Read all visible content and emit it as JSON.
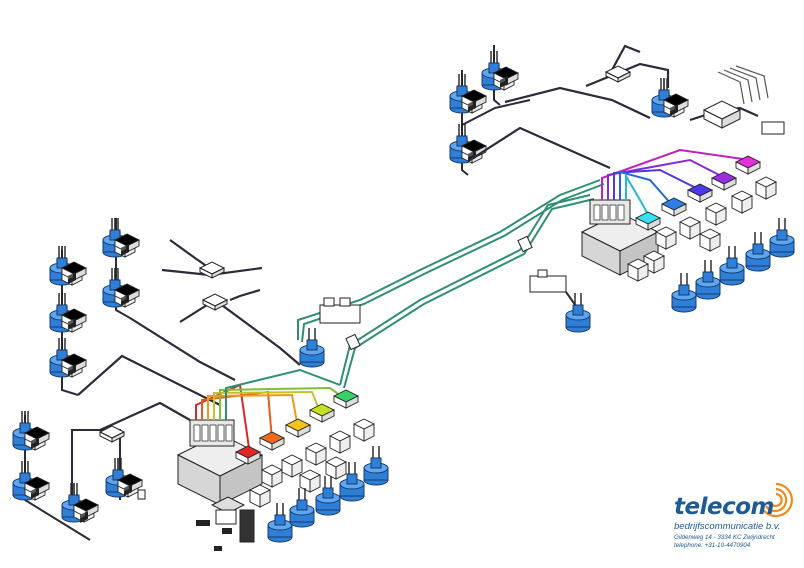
{
  "brand": {
    "name": "telecom",
    "subtitle": "bedrijfscommunicatie b.v.",
    "address": "Gildenweg 14 - 3334 KC Zwijndrecht",
    "phone": "telephone: +31-10-4470904",
    "color": "#1d5b96",
    "accent": "#f08a1c"
  },
  "colors": {
    "cable": "#2b2b3a",
    "device_fill": "#ffffff",
    "device_stroke": "#222222",
    "pump_blue": "#2f7fd6",
    "green_cable": "#2f8f74",
    "rack_fill": "#e2e2e2"
  }
}
